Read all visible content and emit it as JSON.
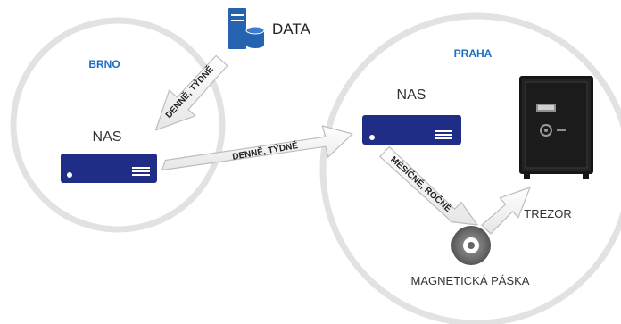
{
  "sites": {
    "brno": {
      "title": "BRNO",
      "device_label": "NAS"
    },
    "praha": {
      "title": "PRAHA",
      "device_label": "NAS"
    }
  },
  "source": {
    "label": "DATA"
  },
  "arrows": {
    "data_to_brno": "DENNĚ, TÝDNĚ",
    "brno_to_praha": "DENNĚ, TÝDNĚ",
    "nas_to_tape": "MĚSÍČNĚ, ROČNĚ"
  },
  "tape": {
    "label": "MAGNETICKÁ PÁSKA"
  },
  "safe": {
    "label": "TREZOR"
  },
  "colors": {
    "site_title": "#1a6fc4",
    "device": "#1f2d86",
    "server": "#2563b0"
  }
}
